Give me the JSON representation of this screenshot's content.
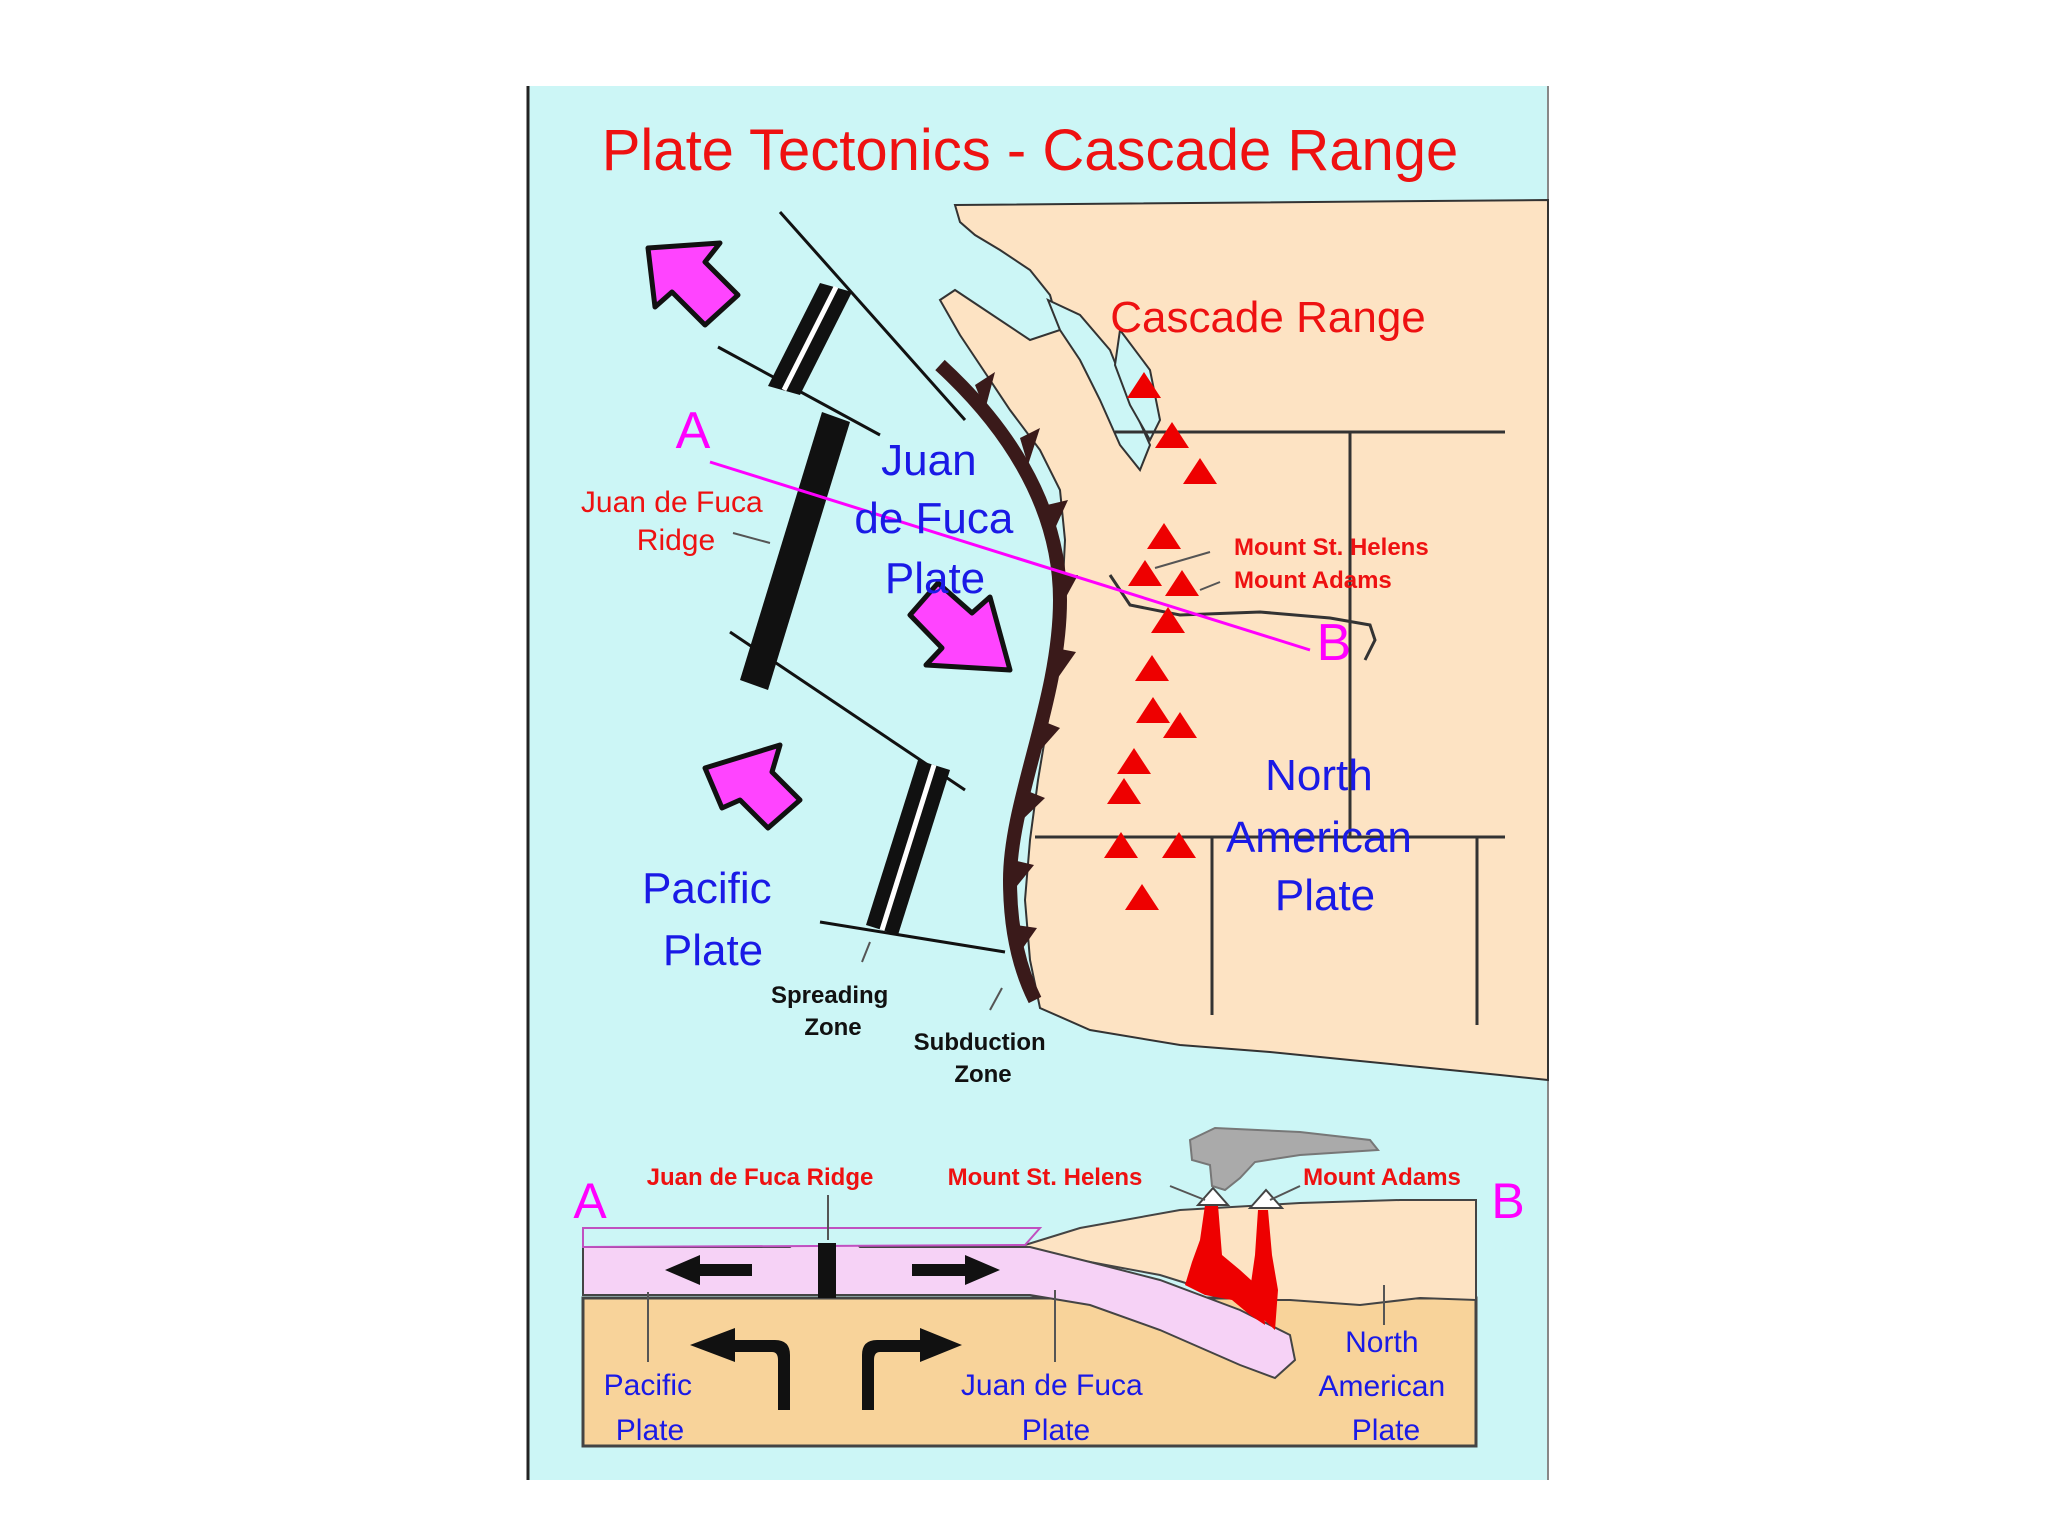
{
  "title": "Plate Tectonics - Cascade Range",
  "map": {
    "cascade_range": "Cascade Range",
    "point_a": "A",
    "point_b": "B",
    "juan_de_fuca_plate": [
      "Juan",
      "de Fuca",
      "Plate"
    ],
    "ridge_label": [
      "Juan de Fuca",
      "Ridge"
    ],
    "mount_st_helens": "Mount St. Helens",
    "mount_adams": "Mount Adams",
    "north_american_plate": [
      "North",
      "American",
      "Plate"
    ],
    "pacific_plate": [
      "Pacific",
      "Plate"
    ],
    "spreading_zone": [
      "Spreading",
      "Zone"
    ],
    "subduction_zone": [
      "Subduction",
      "Zone"
    ]
  },
  "cross_section": {
    "point_a": "A",
    "point_b": "B",
    "ridge_label": "Juan de Fuca Ridge",
    "mount_st_helens": "Mount St. Helens",
    "mount_adams": "Mount Adams",
    "pacific_plate": [
      "Pacific",
      "Plate"
    ],
    "juan_de_fuca_plate": [
      "Juan de Fuca",
      "Plate"
    ],
    "north_american_plate": [
      "North",
      "American",
      "Plate"
    ]
  },
  "colors": {
    "ocean": "#ccf6f6",
    "land": "#fde3c3",
    "title_red": "#ee1111",
    "plate_blue": "#1a1ae6",
    "magenta": "#ff00ff",
    "volcano_red": "#ee0000",
    "trench": "#3a1a1a",
    "plate_pink": "#f6d2f6",
    "mantle": "#f8d39a"
  }
}
